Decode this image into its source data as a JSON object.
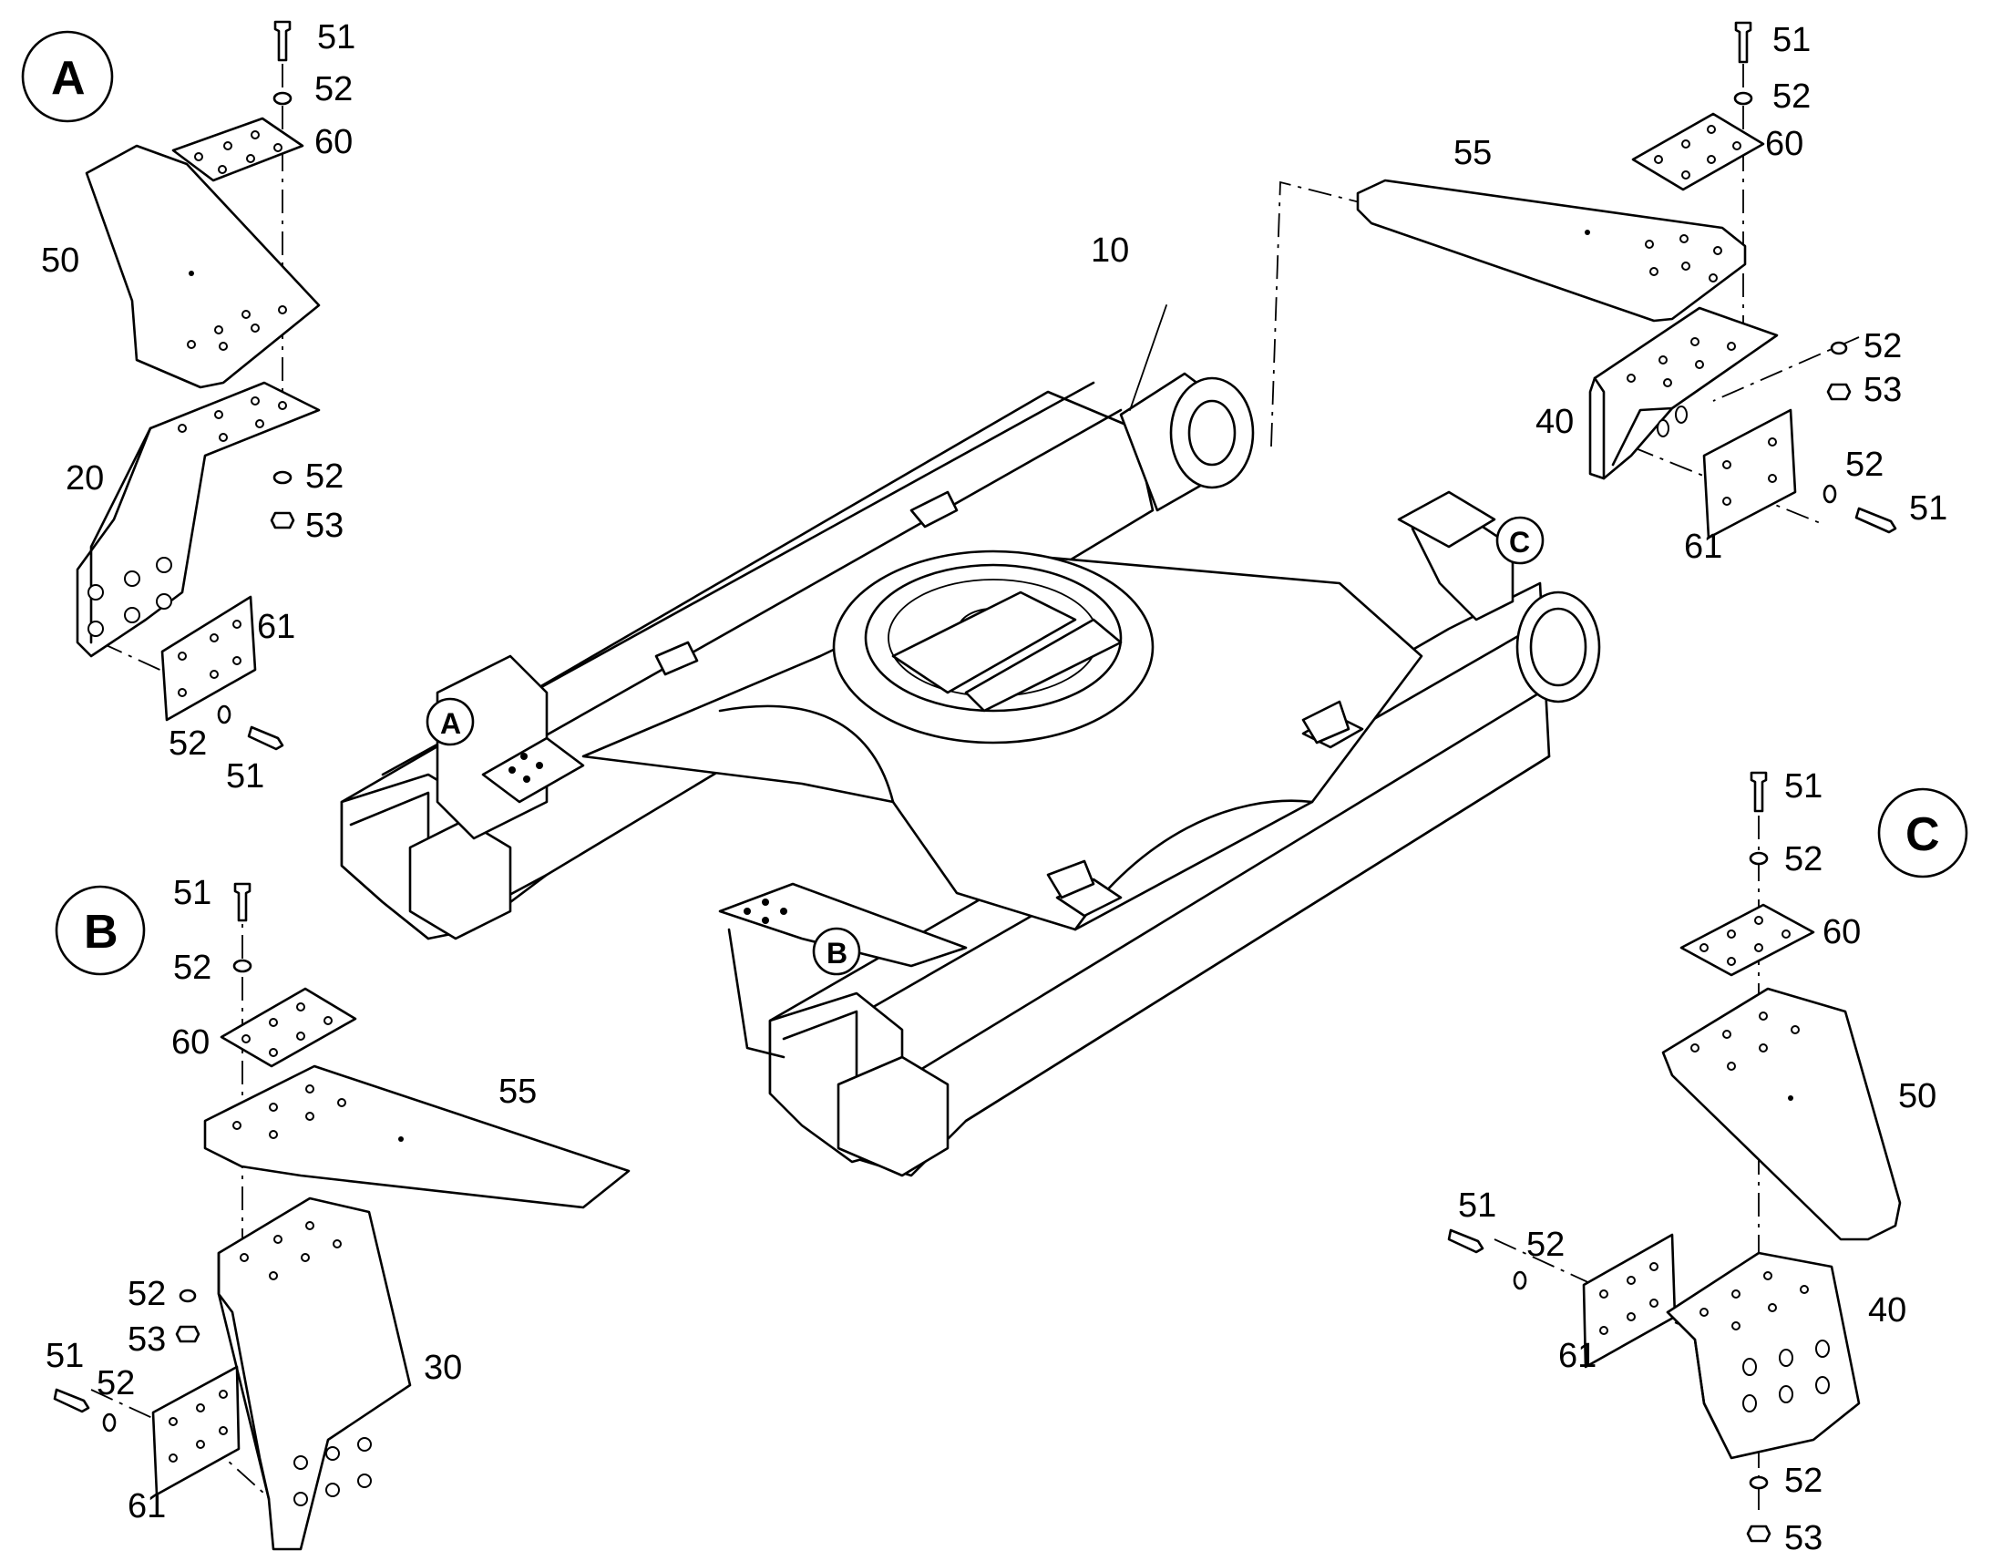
{
  "detail_markers": {
    "a": "A",
    "b": "B",
    "c": "C"
  },
  "frame_markers": {
    "a": "A",
    "b": "B",
    "c": "C"
  },
  "callouts": {
    "main_frame": "10",
    "detail_a": {
      "bolt": "51",
      "washer_top": "52",
      "plate_top": "60",
      "step": "50",
      "bracket": "20",
      "washer_bot": "52",
      "nut": "53",
      "side_plate": "61",
      "washer_side": "52",
      "bolt_side": "51"
    },
    "detail_b": {
      "bolt": "51",
      "washer_top": "52",
      "plate_top": "60",
      "step": "55",
      "bracket": "30",
      "washer_bot": "52",
      "nut": "53",
      "bolt_side": "51",
      "washer_side": "52",
      "side_plate": "61"
    },
    "detail_c_top": {
      "step": "55",
      "bolt": "51",
      "washer_top": "52",
      "plate_top": "60",
      "bracket": "40",
      "washer_bot": "52",
      "nut": "53",
      "washer_side": "52",
      "bolt_side": "51",
      "side_plate": "61"
    },
    "detail_c": {
      "bolt": "51",
      "washer_top": "52",
      "plate_top": "60",
      "step": "50",
      "bolt_side": "51",
      "washer_side": "52",
      "side_plate": "61",
      "bracket": "40",
      "washer_bot": "52",
      "nut": "53"
    }
  }
}
